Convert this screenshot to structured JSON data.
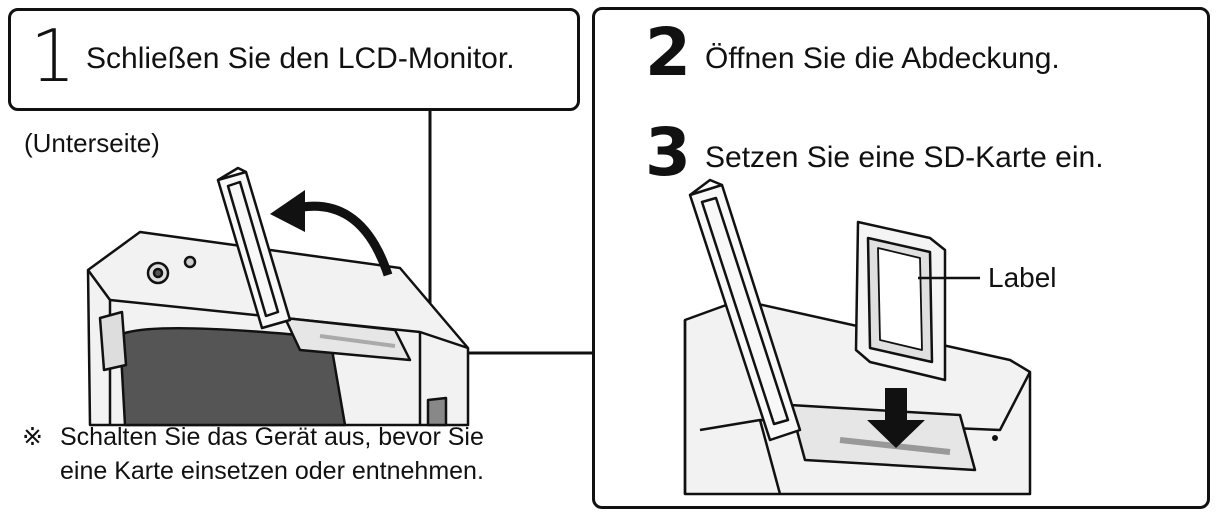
{
  "steps": [
    {
      "number": "1",
      "text": "Schließen Sie den LCD-Monitor."
    },
    {
      "number": "2",
      "text": "Öffnen Sie die Abdeckung."
    },
    {
      "number": "3",
      "text": "Setzen Sie eine SD-Karte ein."
    }
  ],
  "underside_label": "(Unterseite)",
  "card_label": "Label",
  "note": {
    "mark": "※",
    "lines": [
      "Schalten Sie das Gerät aus, bevor Sie",
      "eine Karte einsetzen oder entnehmen."
    ]
  },
  "colors": {
    "line": "#111111",
    "device_fill": "#f0f0f0",
    "device_dark": "#555555"
  }
}
